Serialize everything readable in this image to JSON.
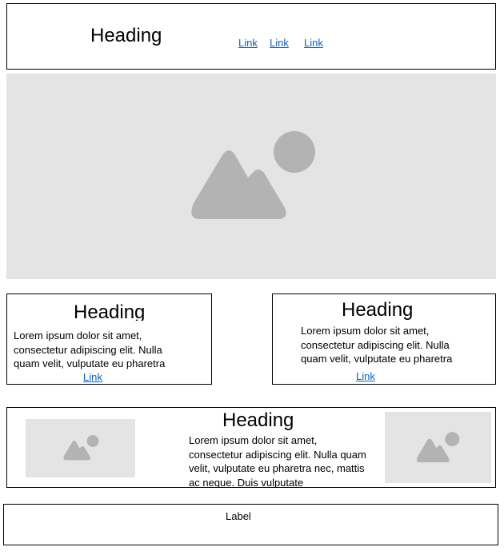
{
  "colors": {
    "border": "#000000",
    "link": "#0563c1",
    "image_placeholder_bg": "#e4e4e4",
    "image_placeholder_icon": "#b3b3b3"
  },
  "header": {
    "heading": "Heading",
    "links": [
      "Link",
      "Link",
      "Link"
    ]
  },
  "hero": {
    "icon": "image-placeholder-icon"
  },
  "card_left": {
    "heading": "Heading",
    "text": "Lorem ipsum dolor sit amet, consectetur adipiscing elit. Nulla quam velit, vulputate eu pharetra",
    "link": "Link"
  },
  "card_right": {
    "heading": "Heading",
    "text": "Lorem ipsum dolor sit amet, consectetur adipiscing elit. Nulla quam velit, vulputate eu pharetra",
    "link": "Link"
  },
  "feature": {
    "heading": "Heading",
    "text": "Lorem ipsum dolor sit amet, consectetur adipiscing elit. Nulla quam velit, vulputate eu pharetra nec, mattis ac neque. Duis vulputate",
    "left_image_icon": "image-placeholder-icon",
    "right_image_icon": "image-placeholder-icon"
  },
  "footer": {
    "label": "Label"
  }
}
